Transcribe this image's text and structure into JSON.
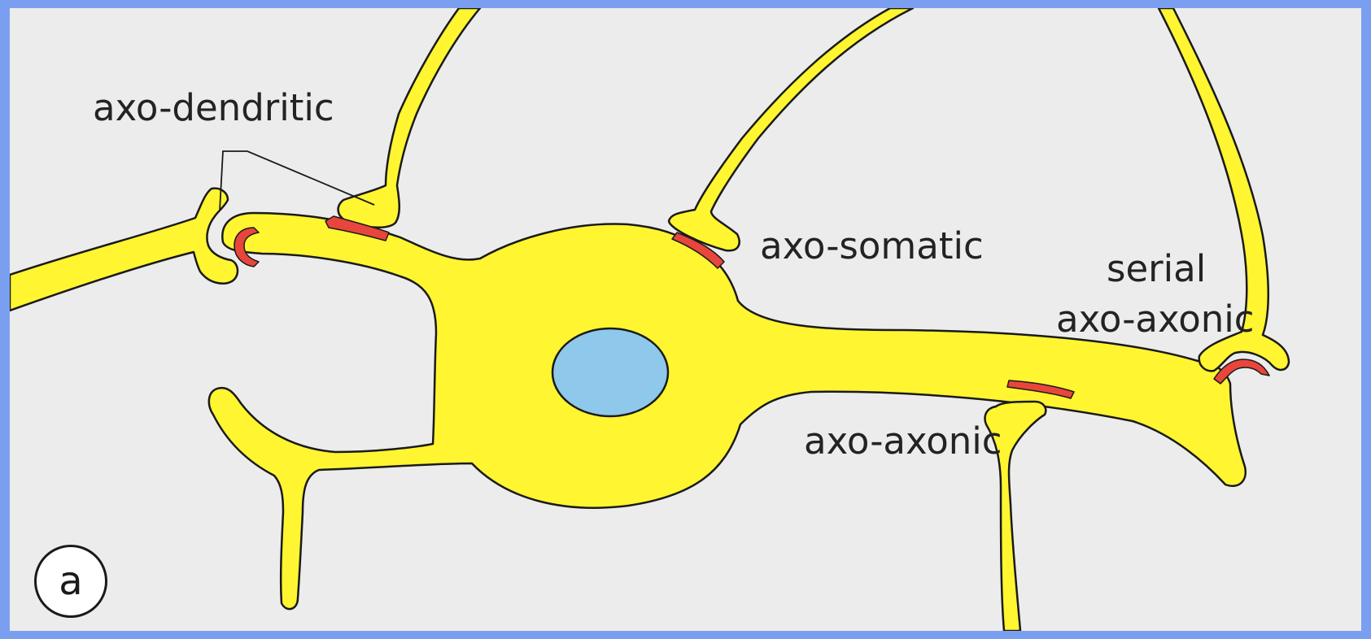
{
  "labels": {
    "axo_dendritic": "axo-dendritic",
    "axo_somatic": "axo-somatic",
    "serial": "serial",
    "axo_axonic_serial": "axo-axonic",
    "axo_axonic": "axo-axonic"
  },
  "panel_letter": "a",
  "colors": {
    "border": "#7b9ff0",
    "background": "#ececec",
    "neuron": "#fff530",
    "nucleus": "#8ec8ea",
    "synapse": "#e8463c",
    "outline": "#1a1a1a"
  }
}
